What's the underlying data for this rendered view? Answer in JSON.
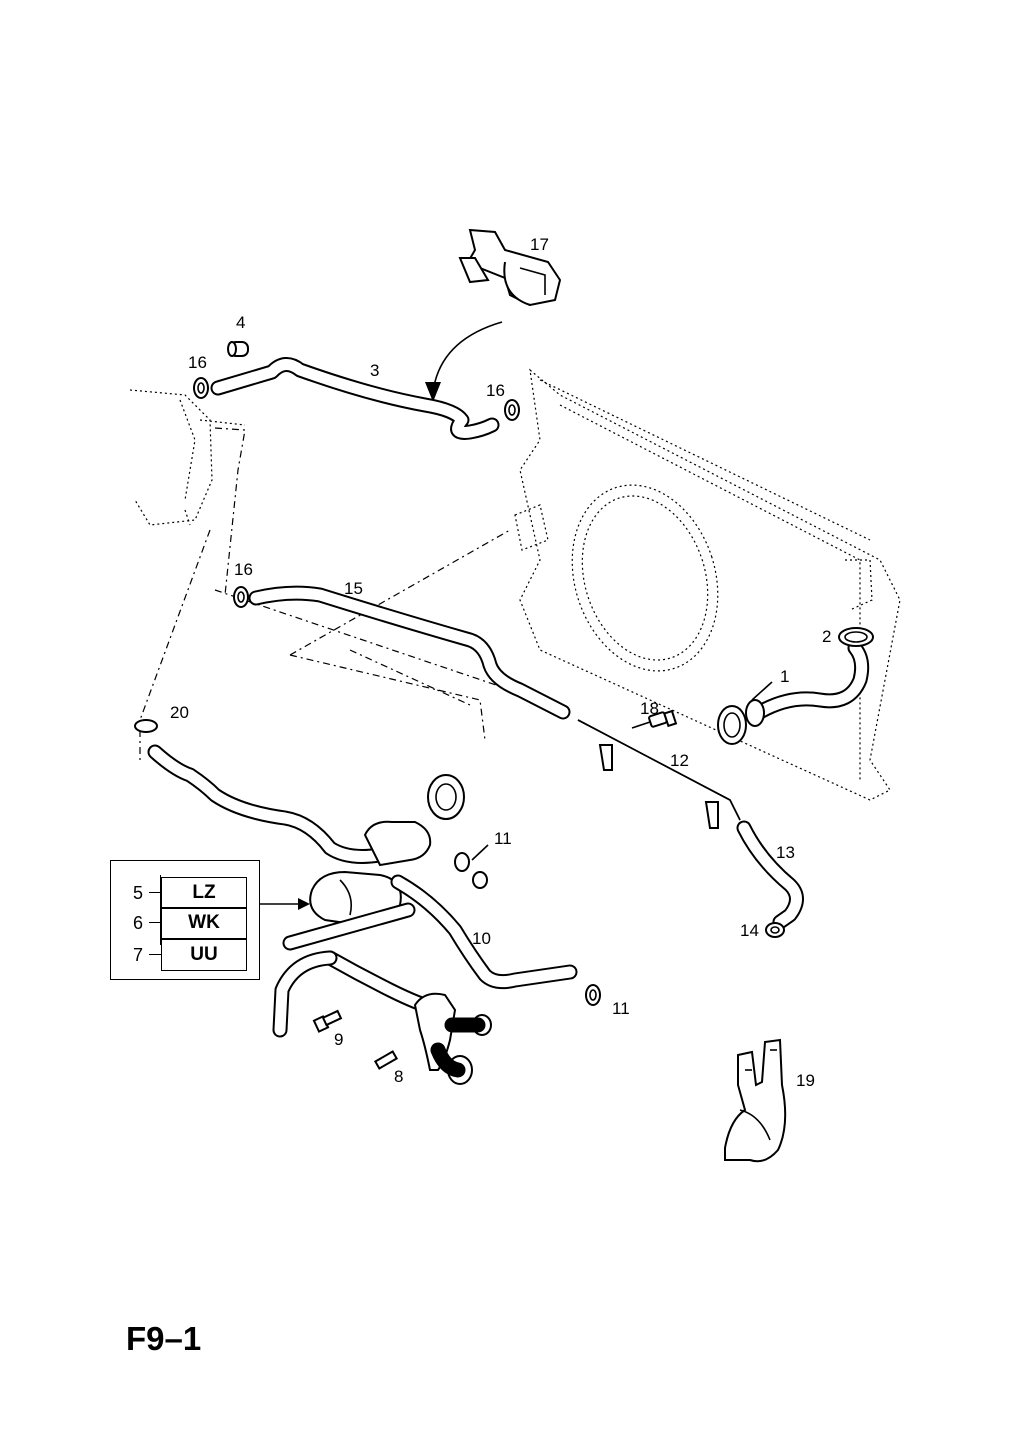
{
  "diagram": {
    "page_code": "F9–1",
    "callouts": {
      "c1": "1",
      "c2": "2",
      "c3": "3",
      "c4": "4",
      "c8": "8",
      "c9": "9",
      "c10": "10",
      "c11a": "11",
      "c11b": "11",
      "c12": "12",
      "c13": "13",
      "c14": "14",
      "c15": "15",
      "c16a": "16",
      "c16b": "16",
      "c16c": "16",
      "c17": "17",
      "c18": "18",
      "c19": "19",
      "c20": "20"
    },
    "variants": [
      {
        "num": "5",
        "code": "LZ"
      },
      {
        "num": "6",
        "code": "WK"
      },
      {
        "num": "7",
        "code": "UU"
      }
    ]
  }
}
